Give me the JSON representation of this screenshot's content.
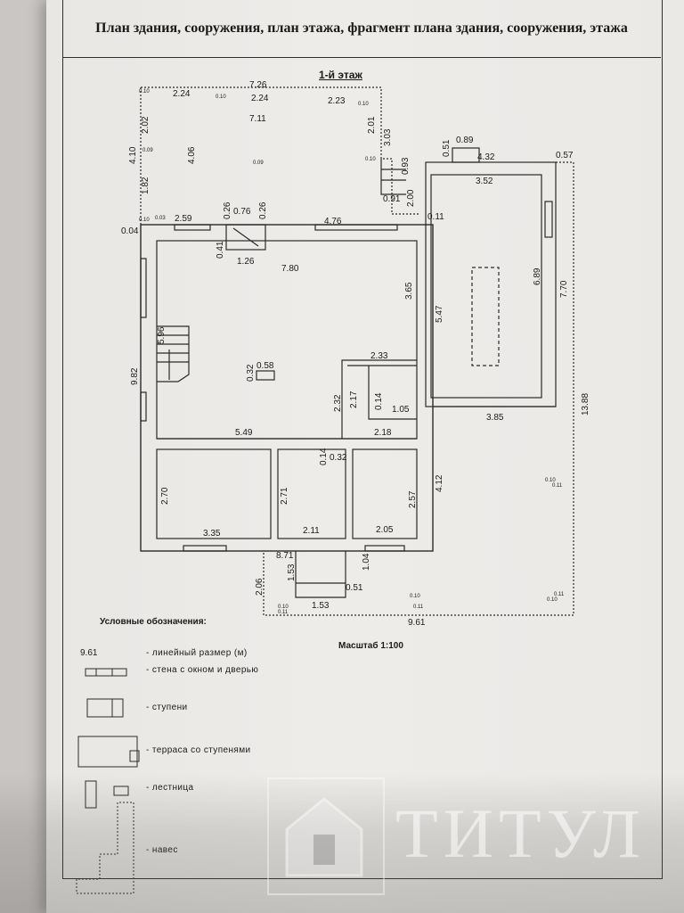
{
  "document": {
    "title": "План здания, сооружения, план этажа, фрагмент плана здания, сооружения, этажа",
    "floor_label": "1-й этаж",
    "scale": "Масштаб 1:100"
  },
  "dimensions": [
    "7.26",
    "2.24",
    "2.24",
    "2.23",
    "7.11",
    "2.02",
    "2.01",
    "3.03",
    "4.10",
    "4.06",
    "1.82",
    "0.89",
    "0.51",
    "4.32",
    "0.57",
    "3.52",
    "0.93",
    "0.91",
    "2.00",
    "0.11",
    "0.04",
    "2.59",
    "0.26",
    "0.76",
    "0.26",
    "4.76",
    "0.41",
    "1.26",
    "7.80",
    "3.65",
    "5.47",
    "6.89",
    "7.70",
    "5.96",
    "9.82",
    "0.32",
    "0.58",
    "2.33",
    "2.32",
    "2.17",
    "0.14",
    "1.05",
    "3.85",
    "13.88",
    "5.49",
    "2.18",
    "0.14",
    "0.32",
    "2.70",
    "2.71",
    "2.57",
    "4.12",
    "3.35",
    "2.11",
    "2.05",
    "8.71",
    "1.04",
    "2.06",
    "1.53",
    "0.51",
    "1.53",
    "9.61"
  ],
  "small_marks": [
    "0.10",
    "0.09",
    "0.11",
    "0.03"
  ],
  "legend": {
    "title": "Условные обозначения:",
    "sample_value": "9.61",
    "items": [
      "- линейный размер (м)",
      "- стена с окном и дверью",
      "- ступени",
      "- терраса со ступенями",
      "- лестница",
      "- навес"
    ]
  },
  "watermark": {
    "text": "ТИТУЛ"
  },
  "colors": {
    "ink": "#2a2a2a",
    "paper": "#eceae7"
  }
}
